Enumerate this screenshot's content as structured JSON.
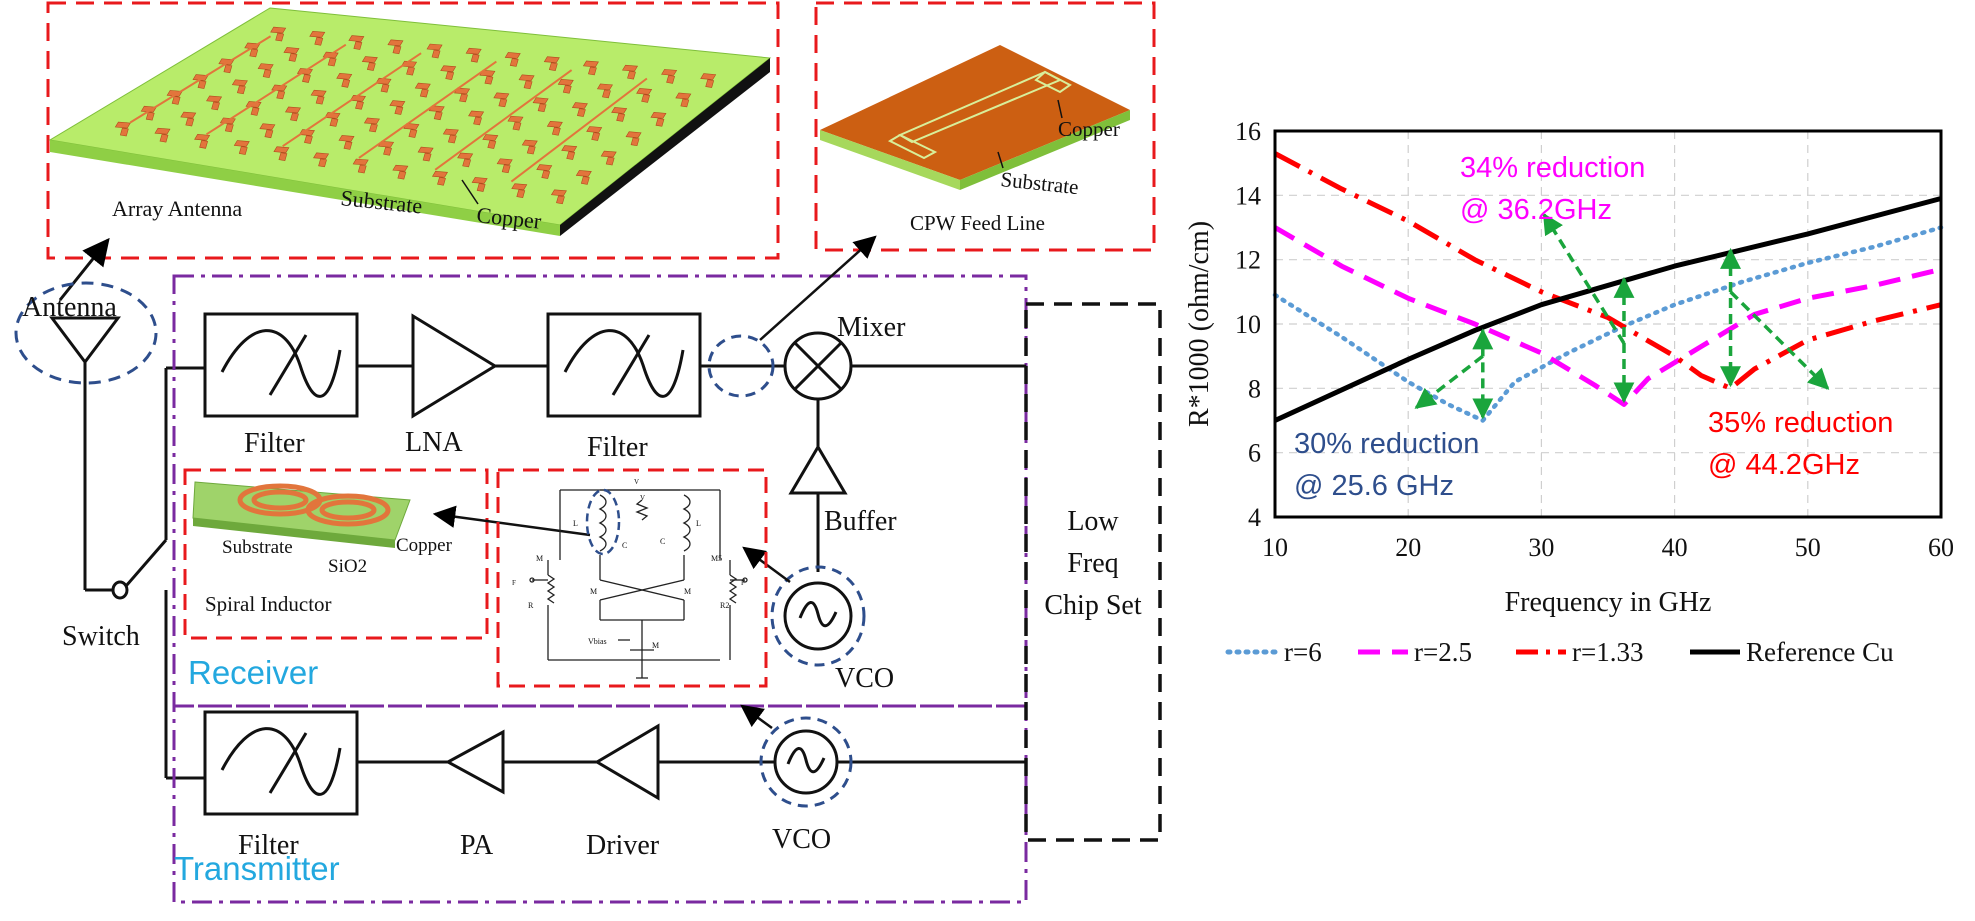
{
  "labels": {
    "array_antenna": "Array Antenna",
    "substrate_array": "Substrate",
    "copper_array": "Copper",
    "cpw_feed_line": "CPW Feed Line",
    "copper_cpw": "Copper",
    "substrate_cpw": "Substrate",
    "antenna": "Antenna",
    "switch": "Switch",
    "filter_rx1": "Filter",
    "lna": "LNA",
    "filter_rx2": "Filter",
    "mixer": "Mixer",
    "buffer": "Buffer",
    "vco_rx": "VCO",
    "receiver": "Receiver",
    "spiral_inductor": "Spiral Inductor",
    "substrate_spiral": "Substrate",
    "sio2": "SiO2",
    "copper_spiral": "Copper",
    "low_freq_line1": "Low",
    "low_freq_line2": "Freq",
    "low_freq_line3": "Chip Set",
    "filter_tx": "Filter",
    "pa": "PA",
    "driver": "Driver",
    "vco_tx": "VCO",
    "transmitter": "Transmitter",
    "circuit_vdd": "V",
    "circuit_vout": "V",
    "circuit_l1": "L",
    "circuit_l2": "L",
    "circuit_m4": "M",
    "circuit_m5": "M5",
    "circuit_m1": "M",
    "circuit_m2": "M",
    "circuit_m3": "M",
    "circuit_r1": "R",
    "circuit_r2": "R2",
    "circuit_vbias": "Vbias",
    "circuit_c1": "C",
    "circuit_c2": "C",
    "circuit_fout1": "F",
    "circuit_fout2": "F"
  },
  "colors": {
    "red_dash": "#e8191c",
    "purple_dashdot": "#7a2aa0",
    "blue_dash": "#2e4e8c",
    "receiver_text": "#23a8df",
    "substrate_green": "#b8ec6a",
    "copper": "#e2753c",
    "cpw_copper": "#cc5f12"
  },
  "chart_data": {
    "type": "line",
    "xlabel": "Frequency in GHz",
    "ylabel": "R*1000 (ohm/cm)",
    "xlim": [
      10,
      60
    ],
    "ylim": [
      4,
      16
    ],
    "xticks": [
      "10",
      "20",
      "30",
      "40",
      "50",
      "60"
    ],
    "yticks": [
      "4",
      "6",
      "8",
      "10",
      "12",
      "14",
      "16"
    ],
    "grid": true,
    "legend_position": "bottom",
    "series": [
      {
        "name": "r=6",
        "color": "#5b9bd5",
        "style": "dotted",
        "x": [
          10,
          15,
          20,
          23,
          25.6,
          28,
          32,
          36,
          40,
          45,
          50,
          55,
          60
        ],
        "y": [
          10.9,
          9.6,
          8.2,
          7.5,
          7.0,
          8.2,
          9.1,
          9.9,
          10.6,
          11.3,
          11.9,
          12.4,
          13.0
        ]
      },
      {
        "name": "r=2.5",
        "color": "#ff00ff",
        "style": "dashed",
        "x": [
          10,
          15,
          20,
          25,
          30,
          34,
          36.2,
          38,
          42,
          46,
          50,
          55,
          60
        ],
        "y": [
          13.0,
          11.8,
          10.8,
          10.0,
          9.1,
          8.1,
          7.5,
          8.3,
          9.3,
          10.3,
          10.8,
          11.2,
          11.7
        ]
      },
      {
        "name": "r=1.33",
        "color": "#ff0000",
        "style": "dashdot",
        "x": [
          10,
          15,
          20,
          25,
          30,
          35,
          40,
          42,
          44.2,
          46,
          50,
          55,
          60
        ],
        "y": [
          15.3,
          14.2,
          13.2,
          12.0,
          11.0,
          10.2,
          9.0,
          8.4,
          8.0,
          8.6,
          9.5,
          10.1,
          10.6
        ]
      },
      {
        "name": "Reference Cu",
        "color": "#000000",
        "style": "solid",
        "x": [
          10,
          20,
          25,
          30,
          40,
          50,
          60
        ],
        "y": [
          7.0,
          8.9,
          9.8,
          10.6,
          11.8,
          12.8,
          13.9
        ]
      }
    ],
    "annotations": [
      {
        "line1": "34% reduction",
        "line2": "@ 36.2GHz",
        "color": "#ff00ff"
      },
      {
        "line1": "30% reduction",
        "line2": "@ 25.6 GHz",
        "color": "#2e4e8c"
      },
      {
        "line1": "35% reduction",
        "line2": "@ 44.2GHz",
        "color": "#ff0000"
      }
    ]
  }
}
